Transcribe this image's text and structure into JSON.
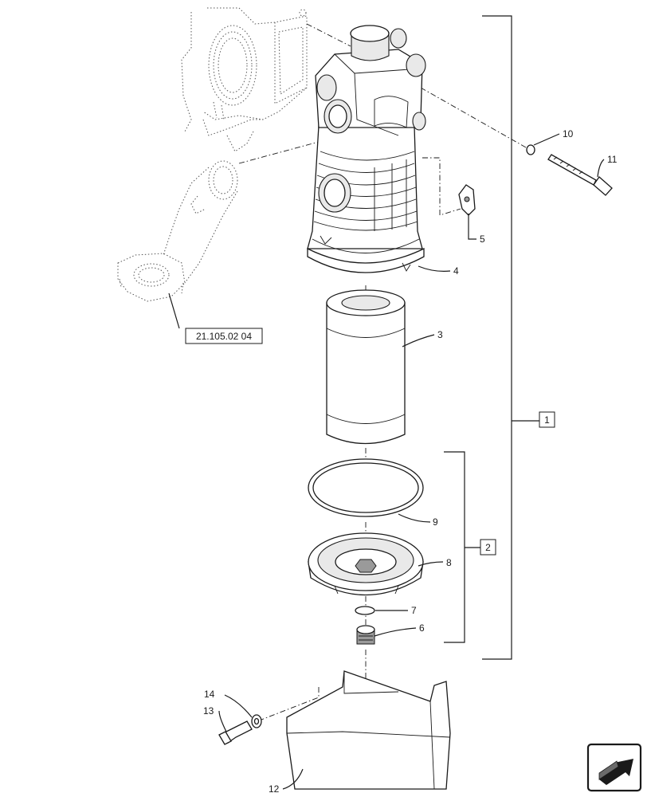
{
  "callouts": {
    "c1": "1",
    "c2": "2",
    "c3": "3",
    "c4": "4",
    "c5": "5",
    "c6": "6",
    "c7": "7",
    "c8": "8",
    "c9": "9",
    "c10": "10",
    "c11": "11",
    "c12": "12",
    "c13": "13",
    "c14": "14"
  },
  "reference": "21.105.02 04",
  "nav_icon": "next-page-arrow-icon"
}
